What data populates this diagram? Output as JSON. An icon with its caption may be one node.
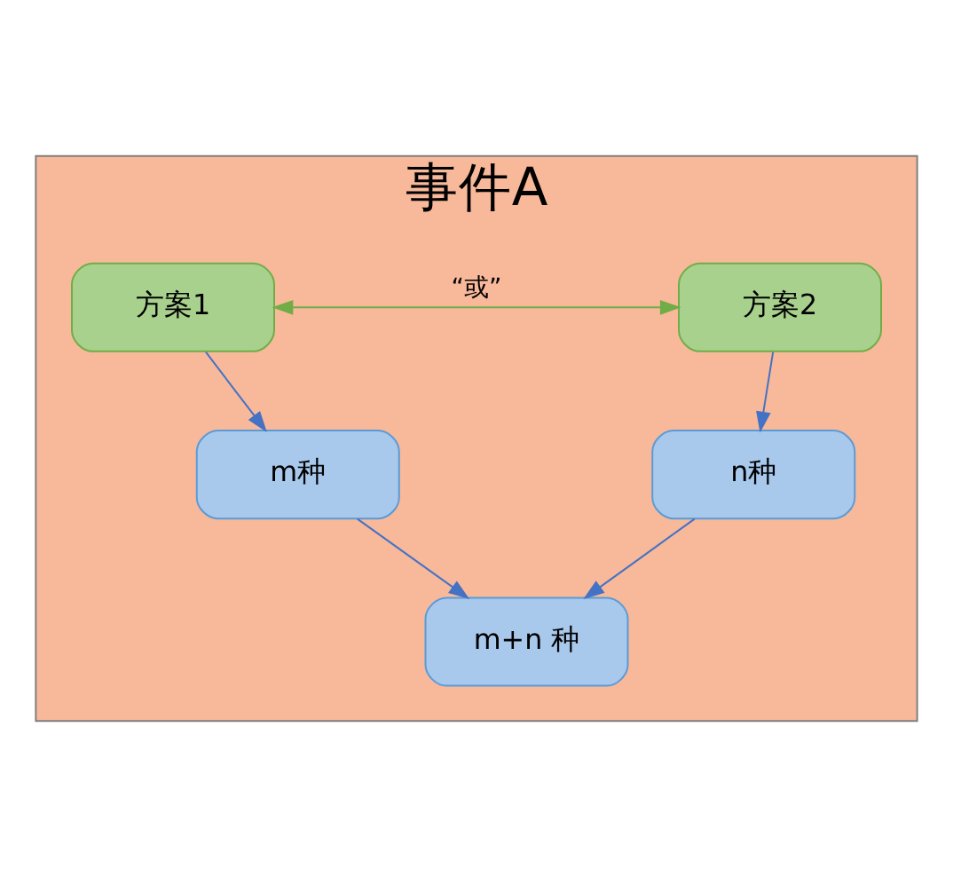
{
  "diagram": {
    "nodes": [
      {
        "text": [
          "事件A"
        ]
      },
      {
        "text": [
          "方案1"
        ],
        "in": 0
      },
      {
        "text": [
          "方案2"
        ],
        "in": 0
      },
      {
        "text": [
          "m种"
        ],
        "in": 0
      },
      {
        "text": [
          "n种"
        ],
        "in": 0
      },
      {
        "text": [
          "m+n 种"
        ],
        "in": 0
      }
    ],
    "edges": [
      {
        "from": 1,
        "to": 2,
        "arrow": "both",
        "label": "“或”",
        "color": "#70ad47"
      },
      {
        "from": 1,
        "to": 3,
        "arrow": "to"
      },
      {
        "from": 2,
        "to": 4,
        "arrow": "to"
      },
      {
        "from": 3,
        "to": 5,
        "arrow": "to"
      },
      {
        "from": 4,
        "to": 5,
        "arrow": "to"
      }
    ]
  }
}
